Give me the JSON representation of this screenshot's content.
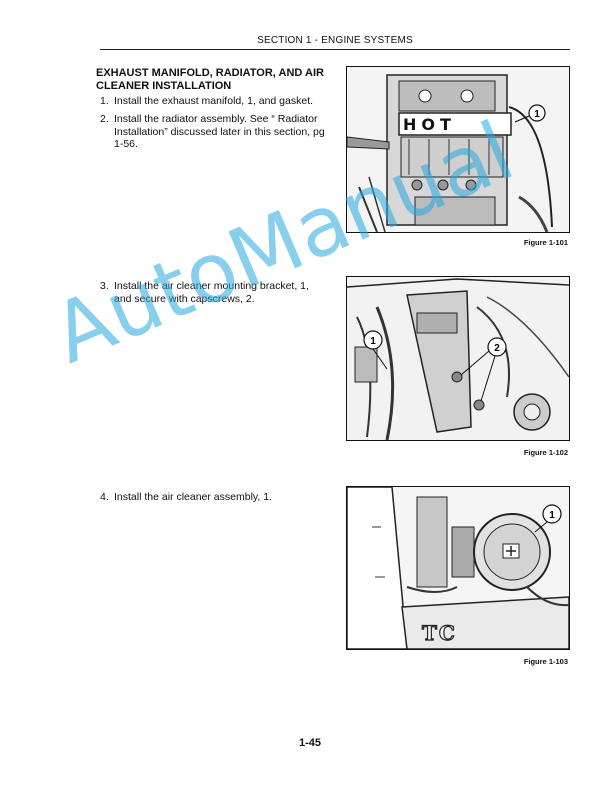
{
  "header": {
    "section": "SECTION 1 - ENGINE SYSTEMS"
  },
  "heading": "EXHAUST MANIFOLD, RADIATOR, AND AIR CLEANER INSTALLATION",
  "steps": [
    {
      "num": "1.",
      "text": "Install the exhaust manifold, 1, and gasket."
    },
    {
      "num": "2.",
      "text": "Install the radiator assembly. See “ Radiator Installation” discussed later in this section, pg 1-56."
    },
    {
      "num": "3.",
      "text": "Install the air cleaner mounting bracket, 1, and secure with capscrews, 2."
    },
    {
      "num": "4.",
      "text": "Install the air cleaner assembly, 1."
    }
  ],
  "figures": [
    {
      "caption": "Figure 1-101",
      "callouts": [
        "1"
      ],
      "panel_text": "HOT"
    },
    {
      "caption": "Figure 1-102",
      "callouts": [
        "1",
        "2"
      ]
    },
    {
      "caption": "Figure 1-103",
      "callouts": [
        "1"
      ],
      "panel_text": "TC"
    }
  ],
  "page_number": "1-45",
  "watermark": "AutoManual"
}
